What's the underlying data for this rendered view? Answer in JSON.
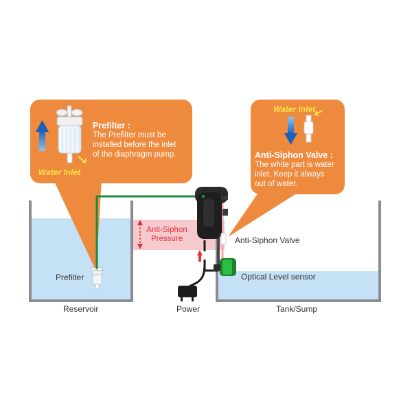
{
  "prefilter_callout": {
    "title": "Prefilter :",
    "body_lines": [
      "The Prefilter must be",
      "installed before the inlet",
      "of the diaphragm pump."
    ],
    "inlet_label": "Water Inlet"
  },
  "valve_callout": {
    "inlet_label": "Water Inlet",
    "title": "Anti-Siphon Valve :",
    "body_lines": [
      "The white part is water",
      "inlet. Keep it always",
      "out of water."
    ]
  },
  "labels": {
    "anti_siphon_pressure": [
      "Anti-Siphon",
      "Pressure"
    ],
    "anti_siphon_valve": "Anti-Siphon Valve",
    "prefilter": "Prefilter",
    "optical_sensor": "Optical Level sensor",
    "reservoir": "Reservoir",
    "power": "Power",
    "tank": "Tank/Sump"
  },
  "colors": {
    "callout": "#ee8a3e",
    "water": "#c5e1f5",
    "tank_wall": "#8a8c91",
    "tube": "#1b8a3a",
    "pressure_band": "#f6c9cd",
    "pressure_arrow": "#e0323c",
    "flow_arrow": "#2f73c9",
    "pump": "#1e1e1e"
  },
  "icons": [
    "up-arrow-icon",
    "down-arrow-icon",
    "prefilter-icon",
    "valve-icon",
    "pump-icon",
    "power-adapter-icon",
    "sensor-icon"
  ]
}
